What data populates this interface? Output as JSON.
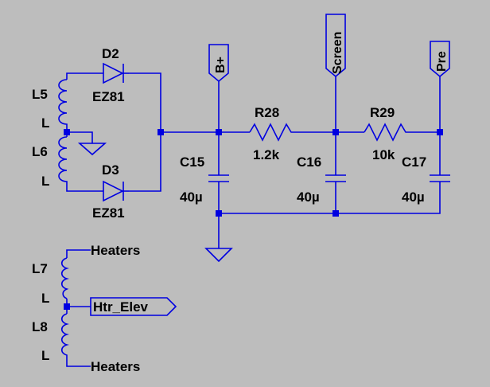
{
  "components": {
    "L5": {
      "ref": "L5",
      "value": "L"
    },
    "L6": {
      "ref": "L6",
      "value": "L"
    },
    "L7": {
      "ref": "L7",
      "value": "L"
    },
    "L8": {
      "ref": "L8",
      "value": "L"
    },
    "D2": {
      "ref": "D2",
      "value": "EZ81"
    },
    "D3": {
      "ref": "D3",
      "value": "EZ81"
    },
    "R28": {
      "ref": "R28",
      "value": "1.2k"
    },
    "R29": {
      "ref": "R29",
      "value": "10k"
    },
    "C15": {
      "ref": "C15",
      "value": "40µ"
    },
    "C16": {
      "ref": "C16",
      "value": "40µ"
    },
    "C17": {
      "ref": "C17",
      "value": "40µ"
    }
  },
  "net_labels": {
    "b_plus": "B+",
    "screen": "Screen",
    "pre": "Pre",
    "htr_elev": "Htr_Elev",
    "heaters_top": "Heaters",
    "heaters_bottom": "Heaters"
  },
  "colors": {
    "background": "#bdbdbd",
    "wire": "#0000e0",
    "text": "#000000"
  }
}
